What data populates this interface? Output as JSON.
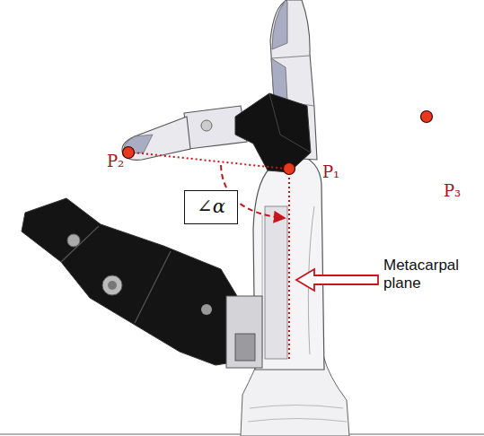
{
  "diagram": {
    "nodes": [
      {
        "text": [
          "∠α"
        ]
      }
    ],
    "labels": [
      "P₁",
      "P₂",
      "P₃",
      "Metacarpal plane"
    ]
  }
}
